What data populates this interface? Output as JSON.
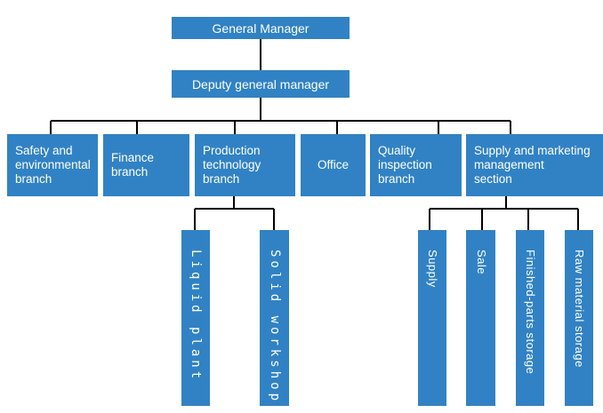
{
  "colors": {
    "accent": "#3182c4",
    "line": "#000000",
    "node_text": "#ffffff",
    "background": "#ffffff"
  },
  "chart_data": {
    "type": "org-chart",
    "root": "General Manager",
    "hierarchy": [
      {
        "label": "General Manager",
        "children": [
          {
            "label": "Deputy general manager",
            "children": [
              {
                "label": "Safety and environmental branch"
              },
              {
                "label": "Finance branch"
              },
              {
                "label": "Production technology branch",
                "children": [
                  {
                    "label": "Liquid plant"
                  },
                  {
                    "label": "Solid workshop"
                  }
                ]
              },
              {
                "label": "Office"
              },
              {
                "label": "Quality inspection branch"
              },
              {
                "label": "Supply and marketing management section",
                "children": [
                  {
                    "label": "Supply"
                  },
                  {
                    "label": "Sale"
                  },
                  {
                    "label": "Finished-parts storage"
                  },
                  {
                    "label": "Raw material storage"
                  }
                ]
              }
            ]
          }
        ]
      }
    ]
  },
  "nodes": {
    "general_manager": "General Manager",
    "deputy_general_manager": "Deputy general manager",
    "safety": "Safety and\nenvironmental\nbranch",
    "finance": "Finance\nbranch",
    "production": "Production\ntechnology\nbranch",
    "office": "Office",
    "quality": "Quality\ninspection\nbranch",
    "supply_marketing": "Supply and marketing\nmanagement\nsection",
    "liquid_plant": "Liquid plant",
    "solid_workshop": "Solid workshop",
    "supply": "Supply",
    "sale": "Sale",
    "finished_parts_storage": "Finished-parts storage",
    "raw_material_storage": "Raw material storage"
  }
}
